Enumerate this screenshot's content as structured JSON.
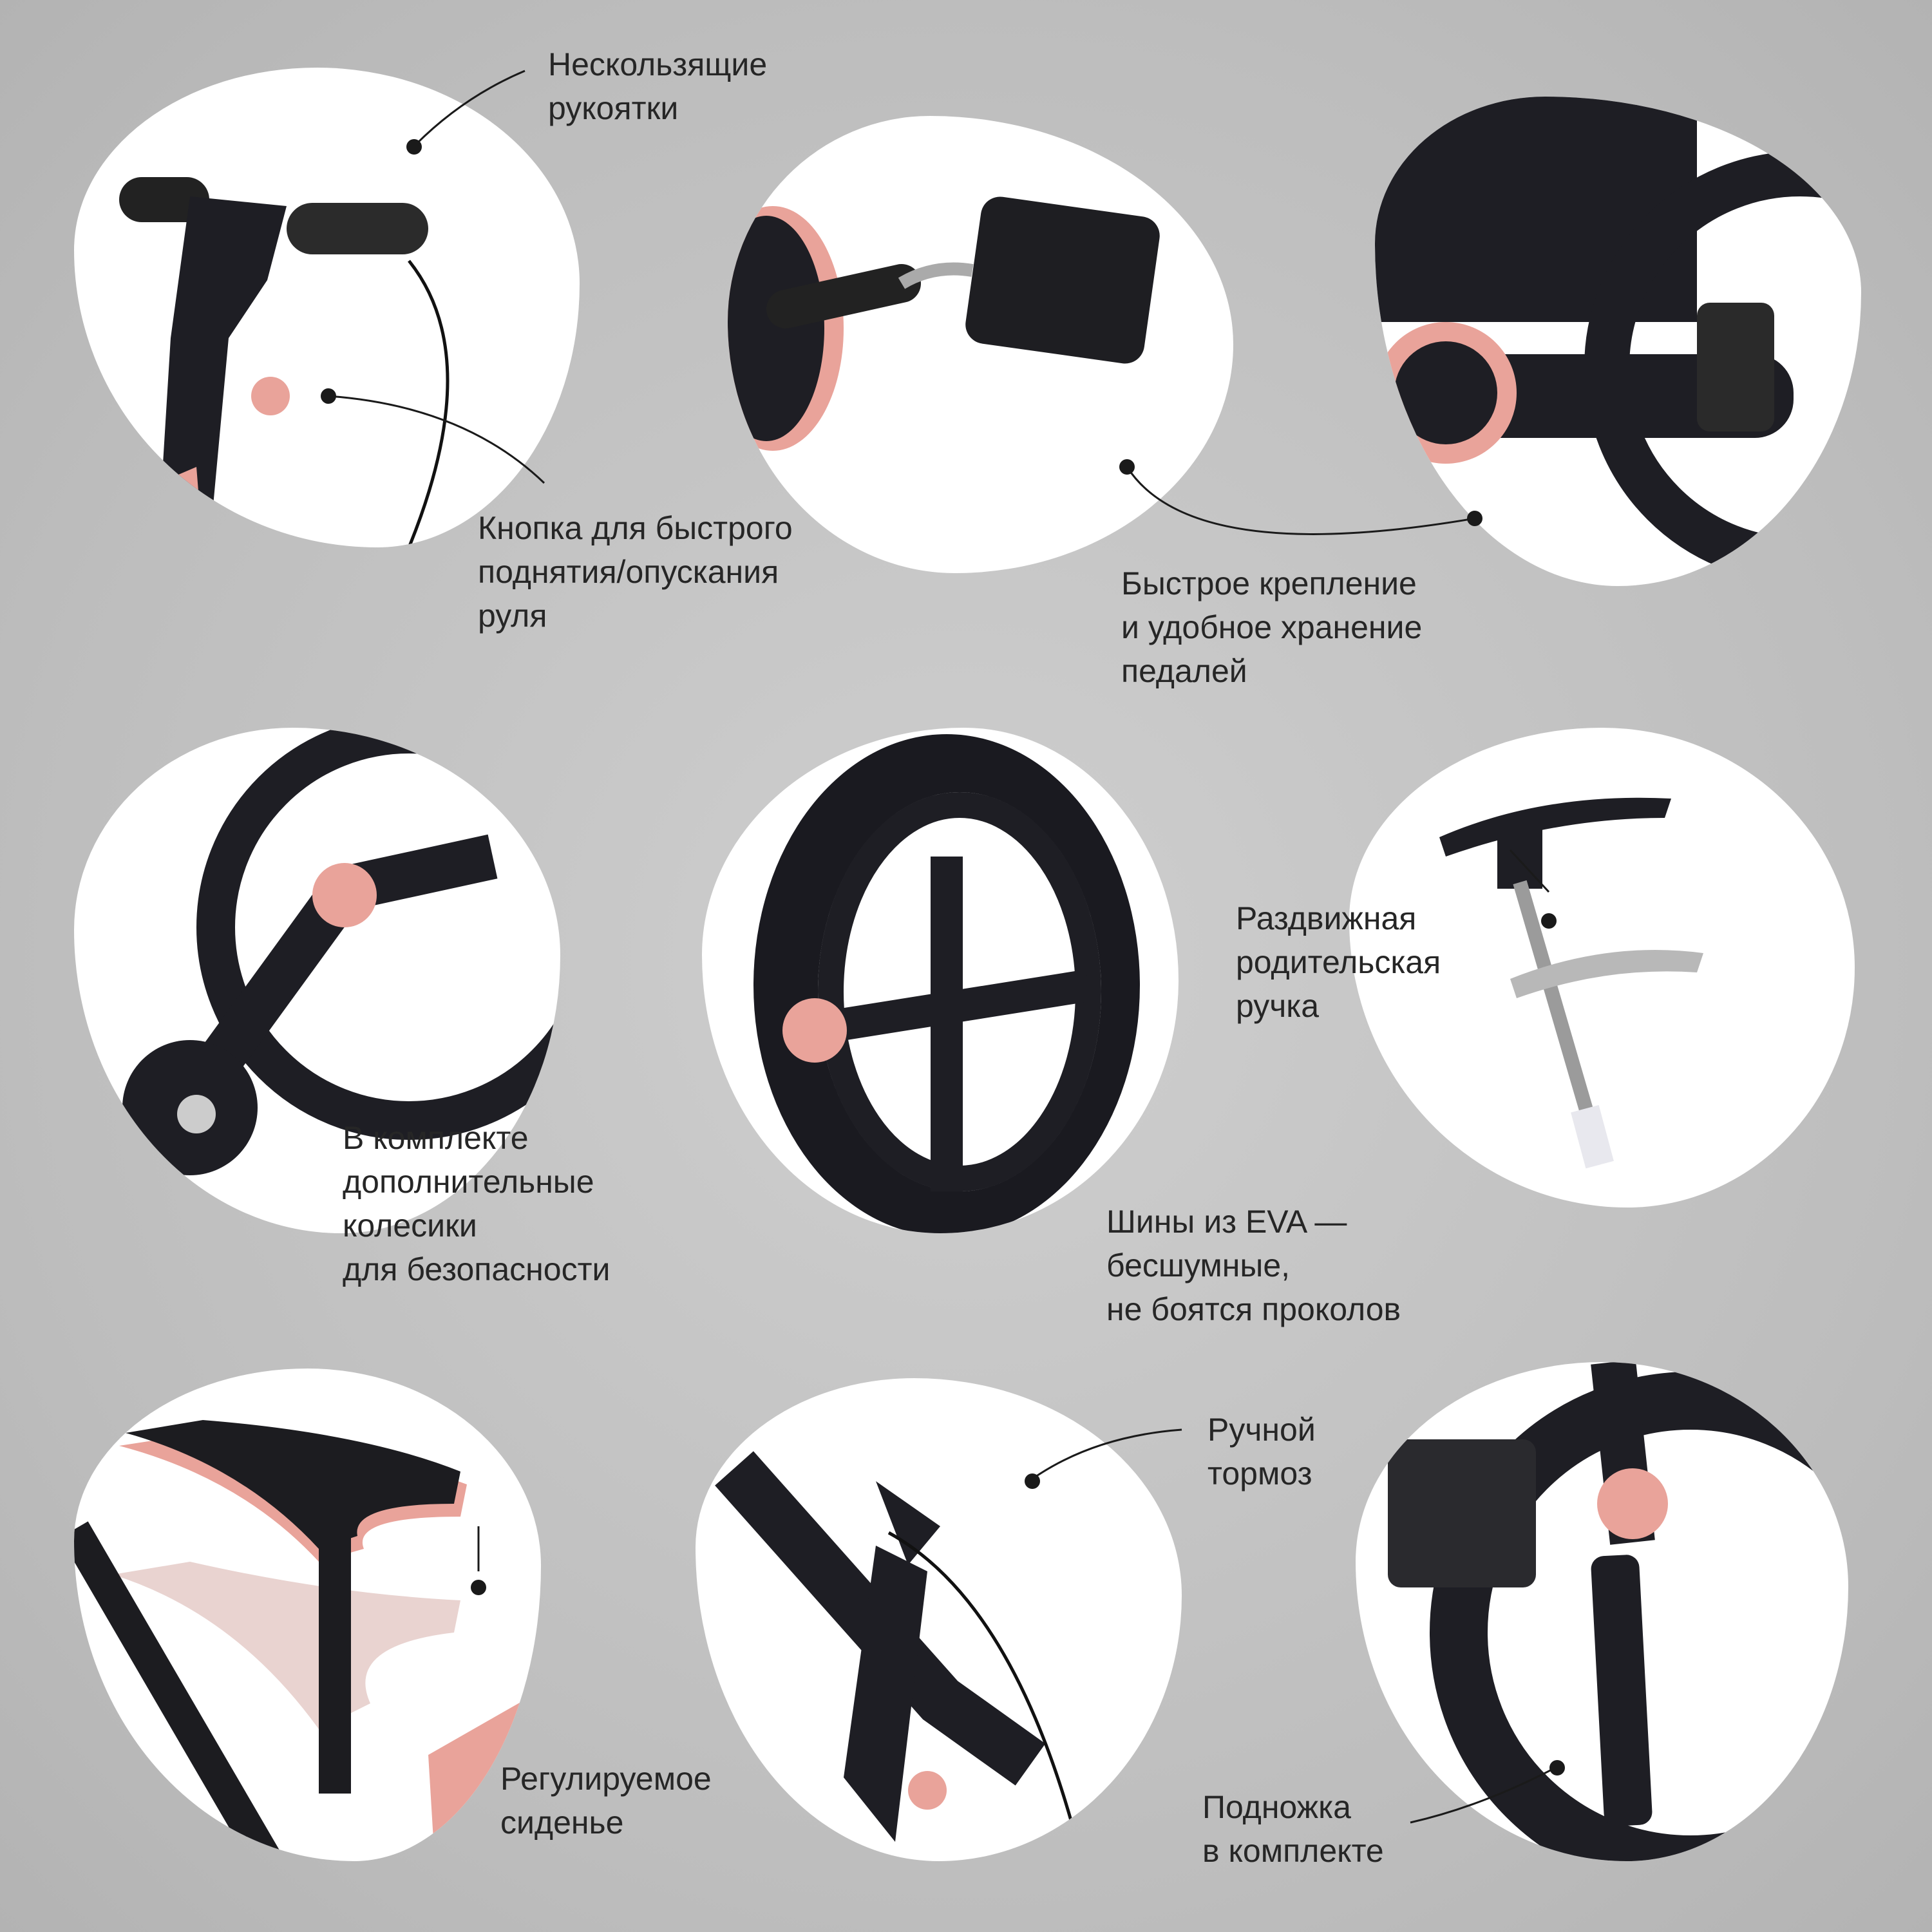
{
  "features": [
    {
      "lines": [
        "Нескользящие",
        "рукоятки"
      ]
    },
    {
      "lines": [
        "Кнопка для быстрого",
        "поднятия/опускания",
        "руля"
      ]
    },
    {
      "lines": [
        "Быстрое крепление",
        "и удобное хранение",
        "педалей"
      ]
    },
    {
      "lines": [
        "В комплекте",
        "дополнительные",
        "колесики",
        "для безопасности"
      ]
    },
    {
      "lines": [
        "Раздвижная",
        "родительская",
        "ручка"
      ]
    },
    {
      "lines": [
        "Шины из EVA —",
        "бесшумные,",
        "не боятся проколов"
      ]
    },
    {
      "lines": [
        "Регулируемое",
        "сиденье"
      ]
    },
    {
      "lines": [
        "Ручной",
        "тормоз"
      ]
    },
    {
      "lines": [
        "Подножка",
        "в комплекте"
      ]
    }
  ],
  "colors": {
    "accent_pink": "#e9a39a",
    "frame_black": "#1c1c22",
    "background": "#c4c4c4"
  }
}
